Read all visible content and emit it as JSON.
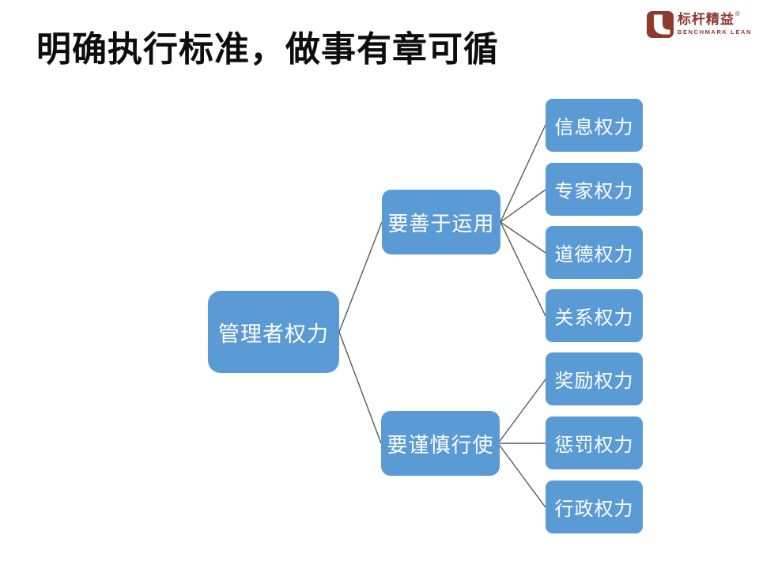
{
  "slide": {
    "title": "明确执行标准，做事有章可循",
    "logo": {
      "name": "标杆精益",
      "reg": "®",
      "subtitle": "BENCHMARK LEAN"
    },
    "colors": {
      "node_blue": "#5b9bd5",
      "node_text": "#ffffff",
      "connector_gray": "#5a5a5a",
      "title_black": "#0d0d0d",
      "logo_maroon": "#8e3a2e",
      "background": "#ffffff"
    }
  },
  "diagram": {
    "root": {
      "label": "管理者权力"
    },
    "branches": [
      {
        "label": "要善于运用",
        "children": [
          {
            "label": "信息权力"
          },
          {
            "label": "专家权力"
          },
          {
            "label": "道德权力"
          },
          {
            "label": "关系权力"
          }
        ]
      },
      {
        "label": "要谨慎行使",
        "children": [
          {
            "label": "奖励权力"
          },
          {
            "label": "惩罚权力"
          },
          {
            "label": "行政权力"
          }
        ]
      }
    ]
  }
}
